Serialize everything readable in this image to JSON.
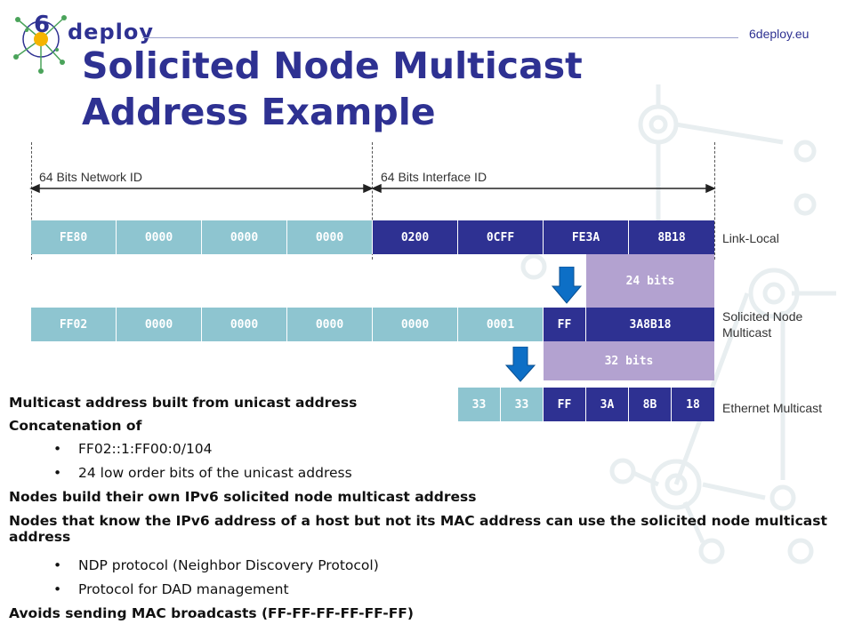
{
  "header": {
    "logo_text": "deploy",
    "site_url": "6deploy.eu",
    "title": "Solicited Node Multicast Address Example"
  },
  "diagram": {
    "network_id_label": "64 Bits Network ID",
    "interface_id_label": "64 Bits Interface ID",
    "link_local": {
      "label": "Link-Local",
      "cells": [
        "FE80",
        "0000",
        "0000",
        "0000",
        "0200",
        "0CFF",
        "FE3A",
        "8B18"
      ]
    },
    "bits24": "24 bits",
    "solicited": {
      "label": "Solicited Node Multicast",
      "cells": [
        "FF02",
        "0000",
        "0000",
        "0000",
        "0000",
        "0001",
        "FF",
        "3A8B18"
      ]
    },
    "bits32": "32 bits",
    "ethernet": {
      "label": "Ethernet Multicast",
      "cells": [
        "33",
        "33",
        "FF",
        "3A",
        "8B",
        "18"
      ]
    },
    "colors": {
      "light": "#8ec5d0",
      "dark": "#2e3192",
      "bits": "#b3a2d0",
      "arrow": "#0d6fc6"
    }
  },
  "body": {
    "b1": "Multicast address built from unicast address",
    "b2": "Concatenation of",
    "b2_1": "FF02::1:FF00:0/104",
    "b2_2": "24 low order bits of the unicast address",
    "b3": "Nodes build their own IPv6 solicited node multicast address",
    "b4": "Nodes that know the IPv6 address of a host but not its MAC address can use the solicited node multicast address",
    "b4_1": "NDP protocol (Neighbor Discovery Protocol)",
    "b4_2": "Protocol for DAD management",
    "b5": "Avoids sending MAC broadcasts (FF-FF-FF-FF-FF-FF)"
  }
}
